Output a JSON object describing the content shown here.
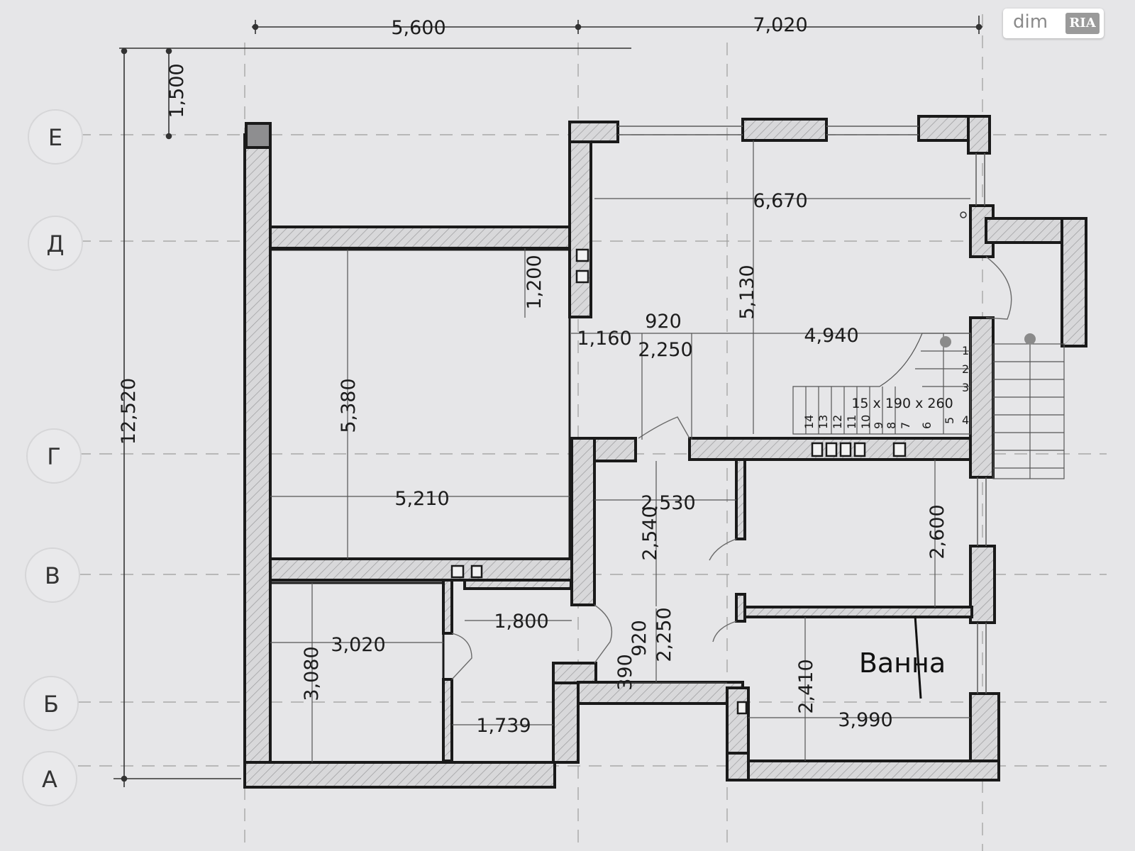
{
  "watermark": {
    "text": "dim",
    "badge": "RIA"
  },
  "axes": [
    "Е",
    "Д",
    "Г",
    "В",
    "Б",
    "А"
  ],
  "dimensions": {
    "top_left": "5,600",
    "top_right": "7,020",
    "offset_e": "1,500",
    "total_height": "12,520",
    "living_width": "6,670",
    "living_depth": "5,130",
    "hall_width": "4,940",
    "niche": "1,200",
    "door_1160": "1,160",
    "door_920_top": "920",
    "hall_2250_top": "2,250",
    "big_room_height": "5,380",
    "big_room_width": "5,210",
    "corridor_width": "2,530",
    "corridor_height": "2,540",
    "right_room_height": "2,600",
    "small_corridor": "1,800",
    "left_room_width": "3,020",
    "left_room_height": "3,080",
    "door_920_bottom": "920",
    "hall_2250_bottom": "2,250",
    "niche_390": "390",
    "storage": "1,739",
    "bath_height": "2,410",
    "bath_width": "3,990"
  },
  "stairs": {
    "spec": "15 х 190 х 260",
    "steps": [
      "1",
      "2",
      "3",
      "4",
      "5",
      "6",
      "7",
      "8",
      "9",
      "10",
      "11",
      "12",
      "13",
      "14"
    ]
  },
  "rooms": {
    "bath": "Ванна"
  }
}
